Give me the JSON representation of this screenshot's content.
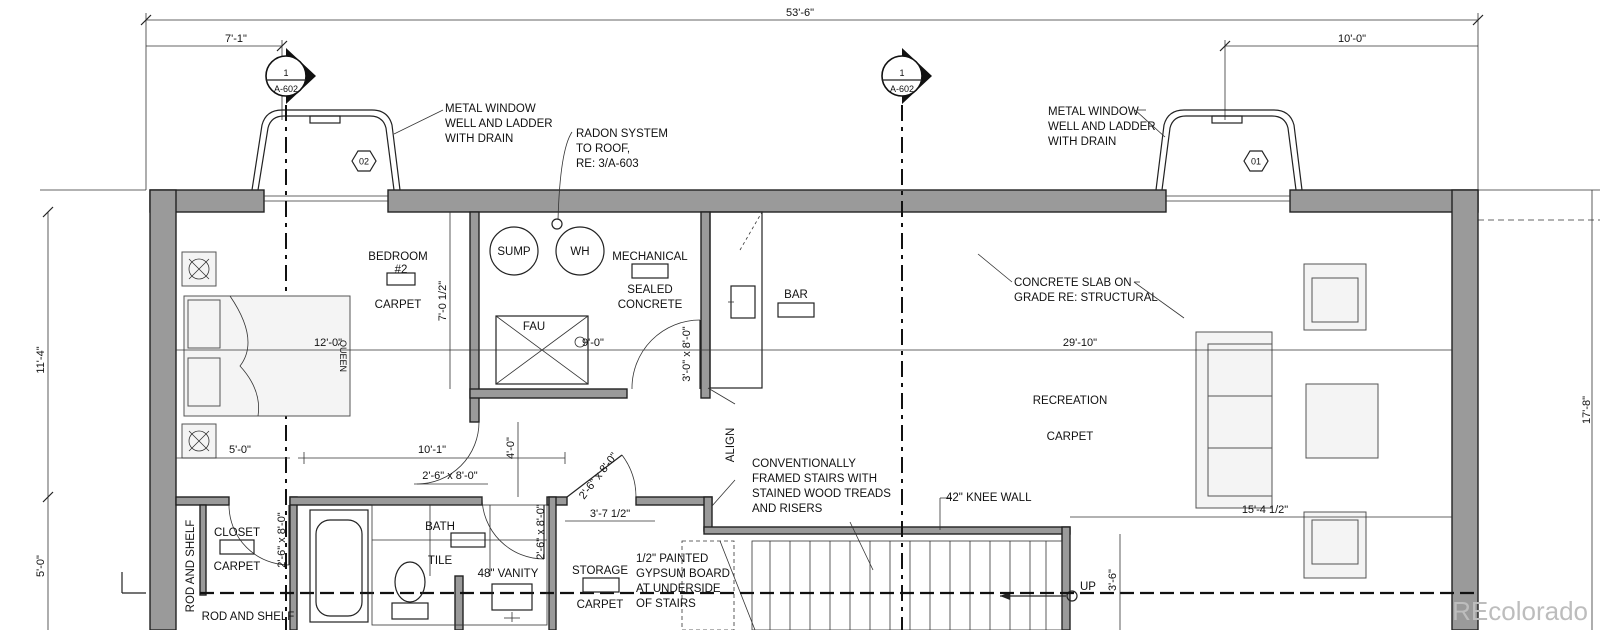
{
  "dimensions": {
    "overall": "53'-6\"",
    "left_offset": "7'-1\"",
    "right_offset": "10'-0\"",
    "height_left": "11'-4\"",
    "height_left_lower": "5'-0\"",
    "height_right": "17'-8\"",
    "bedroom_width": "12'-0\"",
    "recreation_width": "29'-10\"",
    "mech_height": "7'-0 1/2\"",
    "mech_width": "9'-0\"",
    "door_mech": "3'-0\" x 8'-0\"",
    "closet_width": "5'-0\"",
    "hall_width": "10'-1\"",
    "hall_door": "2'-6\" x 8'-0\"",
    "hall_depth": "4'-0\"",
    "closet_door": "2'-6\" x 8'-0\"",
    "bath_door": "2'-6\" x 8'-0\"",
    "storage_door": "2'-6\" x 8'-0\"",
    "storage_width": "3'-7 1/2\"",
    "stair_run": "15'-4 1/2\"",
    "stair_depth": "3'-6\""
  },
  "section_markers": [
    {
      "number": "1",
      "sheet": "A-602"
    },
    {
      "number": "1",
      "sheet": "A-602"
    }
  ],
  "window_tags": [
    "02",
    "01"
  ],
  "notes": {
    "window_well_left": [
      "METAL WINDOW",
      "WELL AND LADDER",
      "WITH DRAIN"
    ],
    "window_well_right": [
      "METAL WINDOW",
      "WELL AND LADDER",
      "WITH DRAIN"
    ],
    "radon": [
      "RADON SYSTEM",
      "TO ROOF,",
      "RE: 3/A-603"
    ],
    "slab": [
      "CONCRETE SLAB ON",
      "GRADE RE: STRUCTURAL"
    ],
    "stairs": [
      "CONVENTIONALLY",
      "FRAMED STAIRS WITH",
      "STAINED WOOD TREADS",
      "AND RISERS"
    ],
    "knee_wall": "42\" KNEE WALL",
    "gypsum": [
      "1/2\" PAINTED",
      "GYPSUM BOARD",
      "AT UNDERSIDE",
      "OF STAIRS"
    ],
    "align": "ALIGN",
    "up": "UP"
  },
  "rooms": {
    "bedroom": [
      "BEDROOM",
      "#2",
      "CARPET"
    ],
    "bed_label": "QUEEN",
    "mechanical": [
      "MECHANICAL",
      "SEALED",
      "CONCRETE"
    ],
    "sump": "SUMP",
    "wh": "WH",
    "fau": "FAU",
    "bar": "BAR",
    "recreation": [
      "RECREATION",
      "CARPET"
    ],
    "closet": [
      "CLOSET",
      "CARPET"
    ],
    "rod_shelf_v": "ROD AND SHELF",
    "rod_shelf_h": "ROD AND SHELF",
    "bath": [
      "BATH",
      "TILE"
    ],
    "vanity": "48\" VANITY",
    "storage": [
      "STORAGE",
      "CARPET"
    ]
  },
  "watermark": "REcolorado"
}
